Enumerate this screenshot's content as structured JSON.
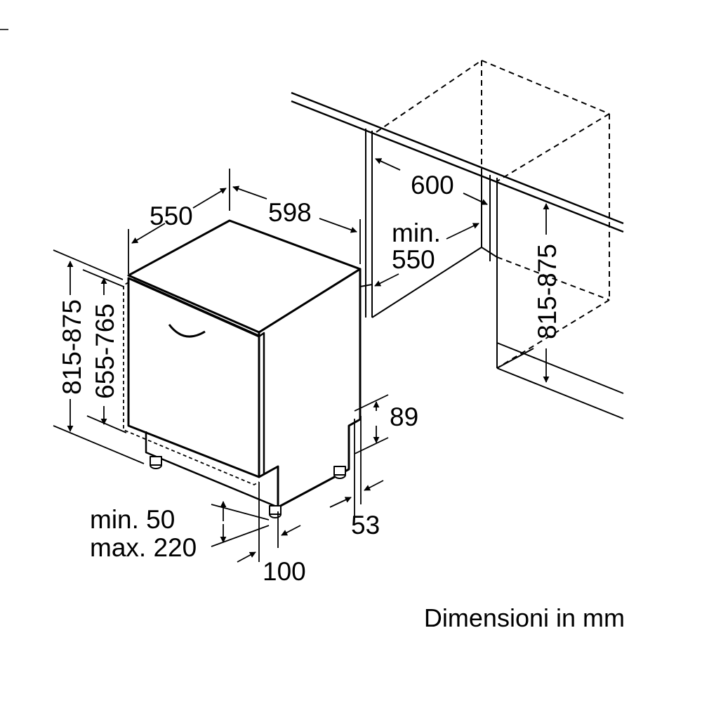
{
  "dimensions": {
    "appliance_depth": "550",
    "appliance_width": "598",
    "overall_height": "815-875",
    "door_height": "655-765",
    "plinth_height": "89",
    "plinth_recess": "53",
    "foot_height_min": "min. 50",
    "foot_height_max": "max. 220",
    "foot_setback": "100",
    "niche_width": "600",
    "niche_depth_min_label": "min.",
    "niche_depth_min_value": "550",
    "niche_height": "815-875"
  },
  "caption": "Dimensioni in mm"
}
